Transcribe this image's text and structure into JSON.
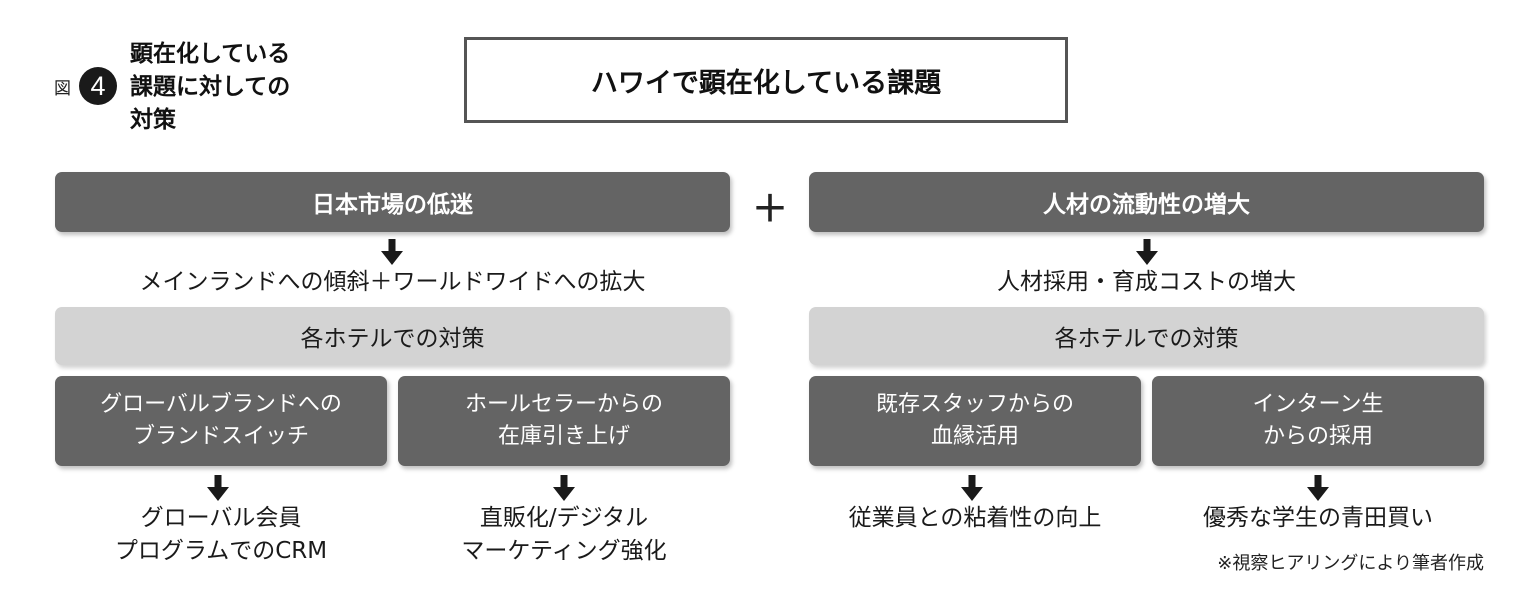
{
  "figure": {
    "label": "図",
    "number": "4",
    "title": "顕在化している\n課題に対しての\n対策"
  },
  "main_title": "ハワイで顕在化している課題",
  "plus": "＋",
  "left": {
    "header": "日本市場の低迷",
    "effect": "メインランドへの傾斜＋ワールドワイドへの拡大",
    "measure": "各ホテルでの対策",
    "strategies": [
      {
        "label": "グローバルブランドへの\nブランドスイッチ",
        "result": "グローバル会員\nプログラムでのCRM"
      },
      {
        "label": "ホールセラーからの\n在庫引き上げ",
        "result": "直販化/デジタル\nマーケティング強化"
      }
    ]
  },
  "right": {
    "header": "人材の流動性の増大",
    "effect": "人材採用・育成コストの増大",
    "measure": "各ホテルでの対策",
    "strategies": [
      {
        "label": "既存スタッフからの\n血縁活用",
        "result": "従業員との粘着性の向上"
      },
      {
        "label": "インターン生\nからの採用",
        "result": "優秀な学生の青田買い"
      }
    ]
  },
  "note": "※視察ヒアリングにより筆者作成",
  "colors": {
    "dark_box": "#646464",
    "light_box": "#d3d3d3",
    "arrow": "#1a1a1a"
  },
  "icons": {
    "arrow": "down-arrow-icon"
  }
}
